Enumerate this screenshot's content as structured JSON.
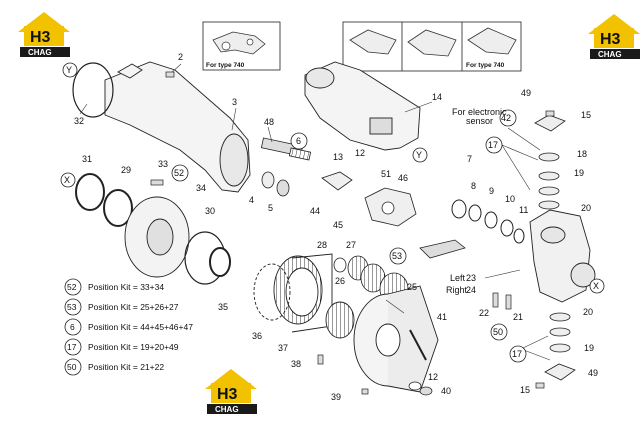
{
  "logo": {
    "letters": "H3",
    "subtitle": "CHAG"
  },
  "insets": {
    "left_caption": "For type 740",
    "right_caption": "For type 740"
  },
  "notes": {
    "electronic_sensor": "For electronic\nsensor",
    "left": "Left",
    "right": "Right"
  },
  "callouts": [
    "2",
    "3",
    "14",
    "32",
    "48",
    "6",
    "13",
    "12",
    "49",
    "15",
    "42",
    "17",
    "18",
    "19",
    "20",
    "31",
    "33",
    "52",
    "29",
    "34",
    "4",
    "5",
    "44",
    "45",
    "51",
    "46",
    "7",
    "8",
    "9",
    "10",
    "11",
    "30",
    "28",
    "27",
    "53",
    "26",
    "25",
    "23",
    "24",
    "22",
    "21",
    "35",
    "36",
    "37",
    "41",
    "38",
    "12",
    "40",
    "39",
    "50",
    "17",
    "19",
    "15",
    "49",
    "20",
    "Y",
    "Y",
    "X",
    "X"
  ],
  "kits": [
    {
      "num": "52",
      "text": "Position Kit = 33+34"
    },
    {
      "num": "53",
      "text": "Position Kit = 25+26+27"
    },
    {
      "num": "6",
      "text": "Position Kit = 44+45+46+47"
    },
    {
      "num": "17",
      "text": "Position Kit = 19+20+49"
    },
    {
      "num": "50",
      "text": "Position Kit = 21+22"
    }
  ],
  "colors": {
    "logo_yellow": "#f2c200",
    "logo_dark": "#1a1a1a"
  }
}
